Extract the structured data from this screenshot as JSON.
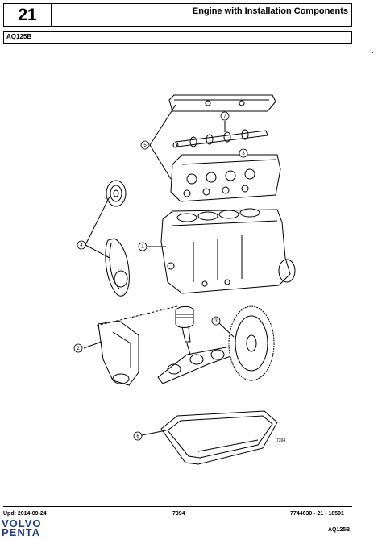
{
  "header": {
    "section_number": "21",
    "title": "Engine with Installation Components"
  },
  "model_bar": {
    "model": "AQ125B"
  },
  "drawing": {
    "callouts": [
      "1",
      "2",
      "3",
      "4",
      "5",
      "6",
      "7",
      "8"
    ],
    "figure_code": "7394"
  },
  "footer": {
    "updated": "Upd: 2014-09-24",
    "code": "7394",
    "part_ref": "7744630 - 21 - 18591",
    "model": "AQ125B",
    "logo_line1": "VOLVO",
    "logo_line2": "PENTA",
    "logo_color": "#1f3c8c"
  }
}
